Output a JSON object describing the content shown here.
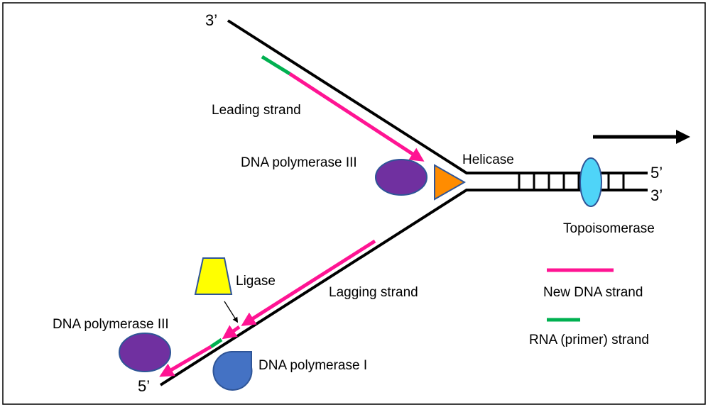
{
  "labels": {
    "top_strand_end": "3’",
    "leading_strand": "Leading strand",
    "dna_pol_iii_top": "DNA polymerase III",
    "helicase": "Helicase",
    "right_top_end": "5’",
    "right_bottom_end": "3’",
    "topoisomerase": "Topoisomerase",
    "ligase": "Ligase",
    "lagging_strand": "Lagging strand",
    "dna_pol_iii_bottom": "DNA polymerase III",
    "dna_pol_i": "DNA polymerase I",
    "bottom_strand_end": "5’"
  },
  "legend": [
    {
      "label": "New DNA strand",
      "color": "#FF1493"
    },
    {
      "label": "RNA (primer) strand",
      "color": "#00B050"
    }
  ],
  "colors": {
    "new_dna": "#FF1493",
    "rna_primer": "#00B050",
    "template": "#000000",
    "dna_pol_iii": "#7030A0",
    "helicase": "#FF8C00",
    "topoisomerase": "#4FD4F8",
    "ligase": "#FFFF00",
    "dna_pol_i": "#4472C4",
    "outline": "#2F5597"
  }
}
